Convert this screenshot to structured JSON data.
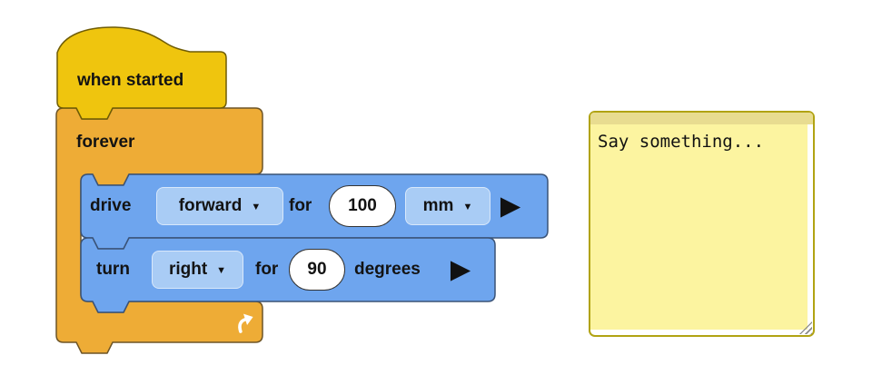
{
  "canvas": {
    "background": "#ffffff"
  },
  "blocks": {
    "when_started": {
      "label": "when started",
      "color": "#efc50e",
      "stroke": "#6f5c05"
    },
    "forever": {
      "label": "forever",
      "color": "#eeac36",
      "stroke": "#6d5426"
    },
    "drive": {
      "label": "drive",
      "direction_dropdown": {
        "value": "forward"
      },
      "for_label": "for",
      "distance_input": {
        "value": "100"
      },
      "unit_dropdown": {
        "value": "mm"
      },
      "color": "#6ea5ee",
      "stroke": "#3a5377"
    },
    "turn": {
      "label": "turn",
      "direction_dropdown": {
        "value": "right"
      },
      "for_label": "for",
      "angle_input": {
        "value": "90"
      },
      "unit_label": "degrees",
      "color": "#6ea5ee",
      "stroke": "#3a5377"
    }
  },
  "icons": {
    "dropdown_caret": "▼",
    "expand_arrow": "▶",
    "loop_arrow": "loop-arrow"
  },
  "note": {
    "text": "Say something...",
    "body_color": "#fcf4a0",
    "header_color": "#e8dc90",
    "border_color": "#b1a313"
  }
}
